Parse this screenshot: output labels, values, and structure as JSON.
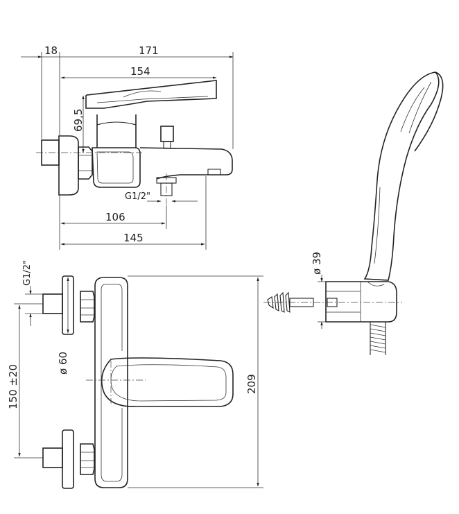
{
  "dimensions": {
    "d18": "18",
    "d171": "171",
    "d154": "154",
    "d69_5": "69,5",
    "g12_top": "G1/2\"",
    "d106": "106",
    "d145": "145",
    "g12_front": "G1/2\"",
    "d150": "150 ±20",
    "d60": "ø 60",
    "d209": "209",
    "d39": "ø 39"
  },
  "colors": {
    "line": "#222222",
    "background": "#ffffff"
  }
}
